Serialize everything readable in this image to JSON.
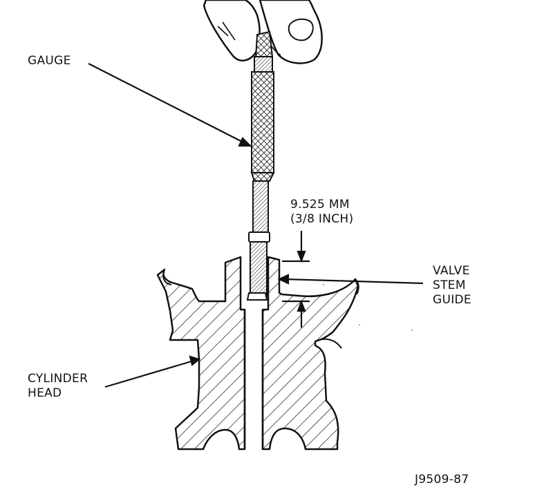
{
  "labels": {
    "gauge": "GAUGE",
    "measurement": {
      "metric": "9.525 MM",
      "imperial": "(3/8 INCH)"
    },
    "valve_stem_guide": [
      "VALVE",
      "STEM",
      "GUIDE"
    ],
    "cylinder_head": [
      "CYLINDER",
      "HEAD"
    ],
    "figure_id": "J9509-87"
  },
  "colors": {
    "ink": "#111111",
    "background": "#ffffff"
  }
}
